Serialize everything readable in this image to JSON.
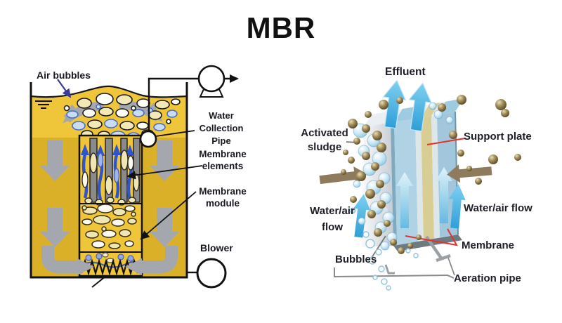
{
  "title": "MBR",
  "left_diagram": {
    "labels": {
      "air_bubbles": "Air bubbles",
      "water_collection_pipe": "Water Collection Pipe",
      "membrane_elements": "Membrane elements",
      "membrane_module": "Membrane module",
      "blower": "Blower"
    },
    "colors": {
      "tank_liquid": "#EFC63A",
      "tank_shade": "#B8860B",
      "flow_arrow_gray": "#A4A8AE",
      "aeration_blue": "#2F55CC",
      "pointer_navy": "#3A3A99"
    }
  },
  "right_diagram": {
    "labels": {
      "effluent": "Effluent",
      "activated_sludge": "Activated sludge",
      "support_plate": "Support plate",
      "water_air_flow_left": "Water/air flow",
      "water_air_flow_right": "Water/air flow",
      "bubbles": "Bubbles",
      "membrane": "Membrane",
      "aeration_pipe": "Aeration pipe"
    },
    "colors": {
      "effluent_blue": "#47AFE0",
      "sludge_brown": "#8E7A5C",
      "support_plate_yellow": "#D8CD92",
      "membrane_blue": "#AFD3E5",
      "leader_red": "#E5312B"
    }
  }
}
